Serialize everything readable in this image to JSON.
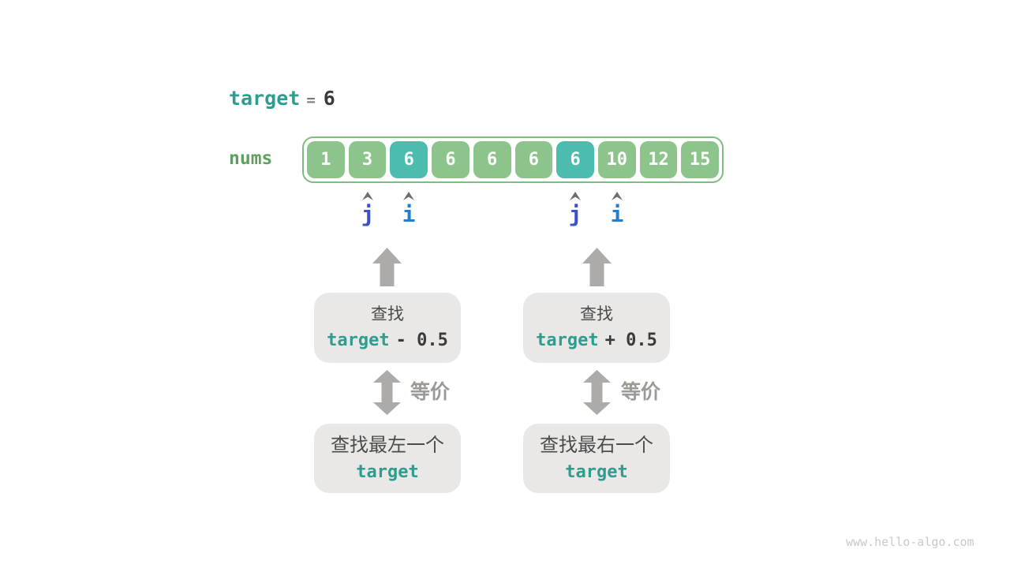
{
  "page": {
    "watermark": "www.hello-algo.com"
  },
  "colors": {
    "background": "#FFFFFF",
    "teal_text": "#2E9C8F",
    "green_text": "#5FA060",
    "dark_text": "#3A3A3A",
    "gray_text": "#7A7A7A",
    "cell_green": "#8CC48C",
    "cell_teal": "#4BBCAD",
    "cell_text": "#FFFFFF",
    "array_border": "#7EBD80",
    "pointer_j": "#3B51C9",
    "pointer_i": "#1F80D2",
    "caret_gray": "#6F6C69",
    "arrow_gray": "#ADAAA7",
    "box_bg": "#E9E8E6",
    "box_text": "#4B4B4B",
    "equiv_text": "#9D9A96",
    "watermark": "#C9C9C9"
  },
  "header": {
    "variable": "target",
    "equals": "=",
    "value": "6"
  },
  "array": {
    "label": "nums",
    "cells": [
      {
        "value": "1",
        "highlight": false
      },
      {
        "value": "3",
        "highlight": false
      },
      {
        "value": "6",
        "highlight": true
      },
      {
        "value": "6",
        "highlight": false
      },
      {
        "value": "6",
        "highlight": false
      },
      {
        "value": "6",
        "highlight": false
      },
      {
        "value": "6",
        "highlight": true
      },
      {
        "value": "10",
        "highlight": false
      },
      {
        "value": "12",
        "highlight": false
      },
      {
        "value": "15",
        "highlight": false
      }
    ]
  },
  "pointers": [
    {
      "label": "j",
      "cell_index": 1
    },
    {
      "label": "i",
      "cell_index": 2
    },
    {
      "label": "j",
      "cell_index": 6
    },
    {
      "label": "i",
      "cell_index": 7
    }
  ],
  "columns": [
    {
      "side": "left",
      "search_box": {
        "line1": "查找",
        "expr_var": "target",
        "expr_op": "- 0.5"
      },
      "equiv_label": "等价",
      "result_box": {
        "line1": "查找最左一个",
        "line2": "target"
      }
    },
    {
      "side": "right",
      "search_box": {
        "line1": "查找",
        "expr_var": "target",
        "expr_op": "+ 0.5"
      },
      "equiv_label": "等价",
      "result_box": {
        "line1": "查找最右一个",
        "line2": "target"
      }
    }
  ]
}
